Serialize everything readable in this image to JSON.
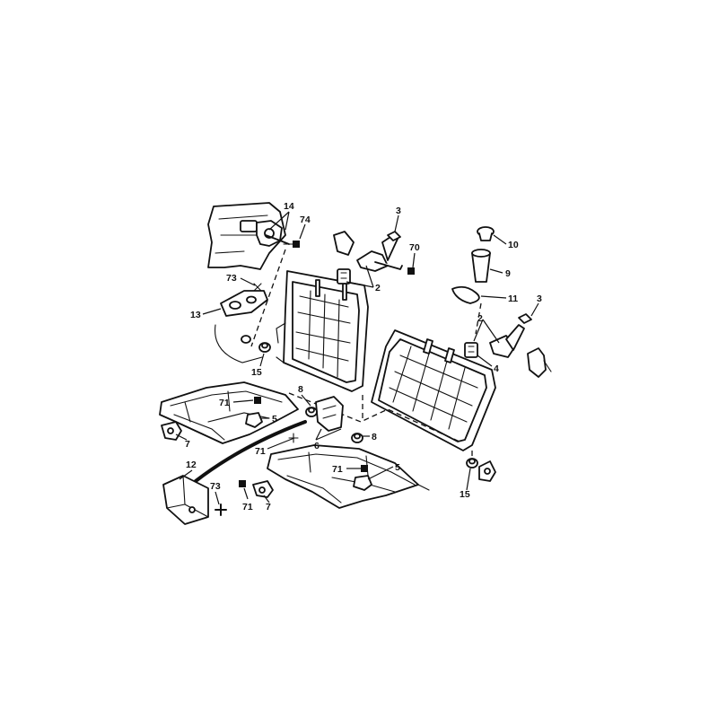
{
  "callouts": {
    "c14": "14",
    "c74": "74",
    "c73a": "73",
    "c13": "13",
    "c15a": "15",
    "c3a": "3",
    "c70": "70",
    "c2a": "2",
    "c10": "10",
    "c9": "9",
    "c11": "11",
    "c3b": "3",
    "c2b": "2",
    "c4": "4",
    "c8a": "8",
    "c71a": "71",
    "c5a": "5",
    "c6": "6",
    "c8b": "8",
    "c7a": "7",
    "c71b": "71",
    "c71c": "71",
    "c5b": "5",
    "c12": "12",
    "c73b": "73",
    "c71d": "71",
    "c7b": "7",
    "c15b": "15"
  },
  "colors": {
    "ink": "#111111",
    "paper": "#ffffff"
  }
}
